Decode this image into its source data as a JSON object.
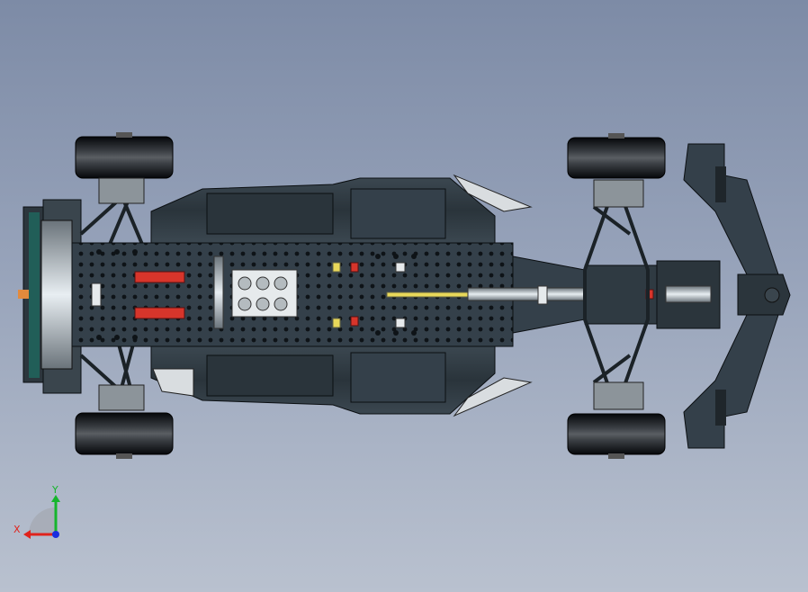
{
  "viewport": {
    "background_top": "#7d8ba6",
    "background_bottom": "#b9c1cf"
  },
  "model": {
    "subject": "lego-technic-race-car-chassis-top-view",
    "body_color": "#2f3a42",
    "accent_red": "#d7352b",
    "accent_yellow": "#e8d85a",
    "tire_color": "#111418"
  },
  "triad": {
    "x_label": "X",
    "y_label": "Y",
    "x_color": "#e0231c",
    "y_color": "#16b52c",
    "z_color": "#1a2ee0"
  }
}
